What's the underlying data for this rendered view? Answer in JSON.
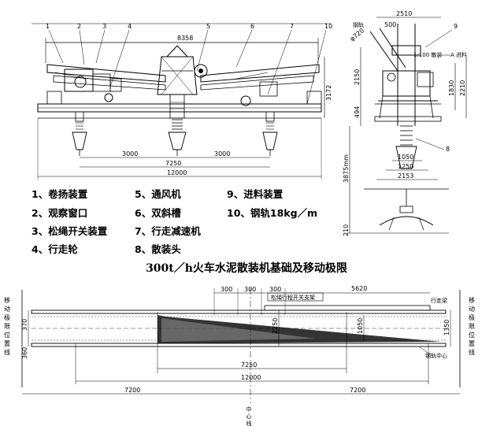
{
  "title": "300t／h火车水泥散装机基础及移动极限",
  "legend": [
    {
      "num": "1、",
      "text": "卷扬装置"
    },
    {
      "num": "2、",
      "text": "观察窗口"
    },
    {
      "num": "3、",
      "text": "松绳开关装置"
    },
    {
      "num": "4、",
      "text": "行走轮"
    },
    {
      "num": "5、",
      "text": "通风机"
    },
    {
      "num": "6、",
      "text": "双斜槽"
    },
    {
      "num": "7、",
      "text": "行走减速机"
    },
    {
      "num": "8、",
      "text": "散装头"
    },
    {
      "num": "9、",
      "text": "进料装置"
    },
    {
      "num": "10、",
      "text": "钢轨18kg／m"
    }
  ],
  "front_view": {
    "callouts": [
      "1",
      "2",
      "3",
      "4",
      "5",
      "6",
      "7",
      "10"
    ],
    "dims": {
      "top": "8358",
      "height": "3172",
      "spacing1": "3000",
      "spacing2": "3000",
      "mid": "7250",
      "total": "12000"
    }
  },
  "side_view": {
    "callout9": "9",
    "callout8": "8",
    "dims": {
      "top": "2510",
      "a1": "500",
      "a2": "φ720",
      "label_a": "A 进料",
      "ratio": "1:100 散装",
      "h1": "2150",
      "h2": "1830",
      "h3": "2210",
      "h4": "494",
      "w1": "1050",
      "w2": "1250",
      "w3": "2153",
      "h5": "3875mm",
      "h6": "210",
      "top_left": "钢轨"
    }
  },
  "plan": {
    "left_label": "移动极限位置线",
    "right_label": "移动极限位置线",
    "center_label": "中心线",
    "dims": {
      "d1": "300",
      "d2": "300",
      "d3": "300",
      "d4": "5620",
      "d5": "2250",
      "d6": "1050",
      "d7": "1350",
      "d8": "370",
      "d9": "360",
      "d10": "7250",
      "d11": "12000",
      "d12": "7200",
      "d13": "7200"
    },
    "notes": {
      "n1": "松绳行程开关支架",
      "n2": "行走梁",
      "n3": "钢轨中心"
    }
  }
}
